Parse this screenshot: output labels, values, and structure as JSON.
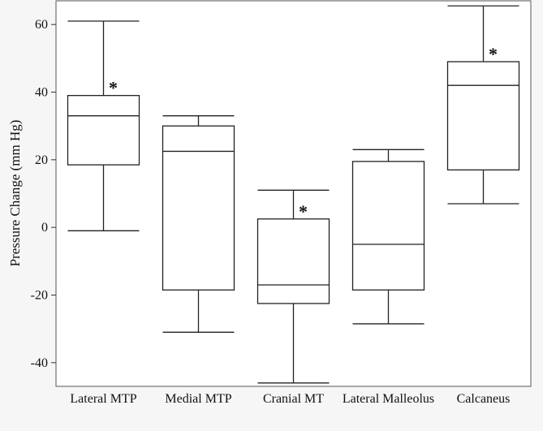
{
  "chart_data": {
    "type": "box",
    "title": "",
    "xlabel": "",
    "ylabel": "Pressure Change (mm Hg)",
    "ylim": [
      -47,
      67
    ],
    "yticks": [
      60,
      40,
      20,
      0,
      -20,
      -40
    ],
    "ytick_labels": [
      "60",
      "40",
      "20",
      "0",
      "-20",
      "-40"
    ],
    "grid": false,
    "categories": [
      "Lateral MTP",
      "Medial MTP",
      "Cranial MT",
      "Lateral Malleolus",
      "Calcaneus"
    ],
    "boxes": [
      {
        "category": "Lateral MTP",
        "min": -1,
        "q1": 18.5,
        "median": 33,
        "q3": 39,
        "max": 61,
        "marker": "*"
      },
      {
        "category": "Medial MTP",
        "min": -31,
        "q1": -18.5,
        "median": 22.5,
        "q3": 30,
        "max": 33,
        "marker": ""
      },
      {
        "category": "Cranial MT",
        "min": -46,
        "q1": -22.5,
        "median": -17,
        "q3": 2.5,
        "max": 11,
        "marker": "*"
      },
      {
        "category": "Lateral Malleolus",
        "min": -28.5,
        "q1": -18.5,
        "median": -5,
        "q3": 19.5,
        "max": 23,
        "marker": ""
      },
      {
        "category": "Calcaneus",
        "min": 7,
        "q1": 17,
        "median": 42,
        "q3": 49,
        "max": 65.5,
        "marker": "*"
      }
    ]
  }
}
